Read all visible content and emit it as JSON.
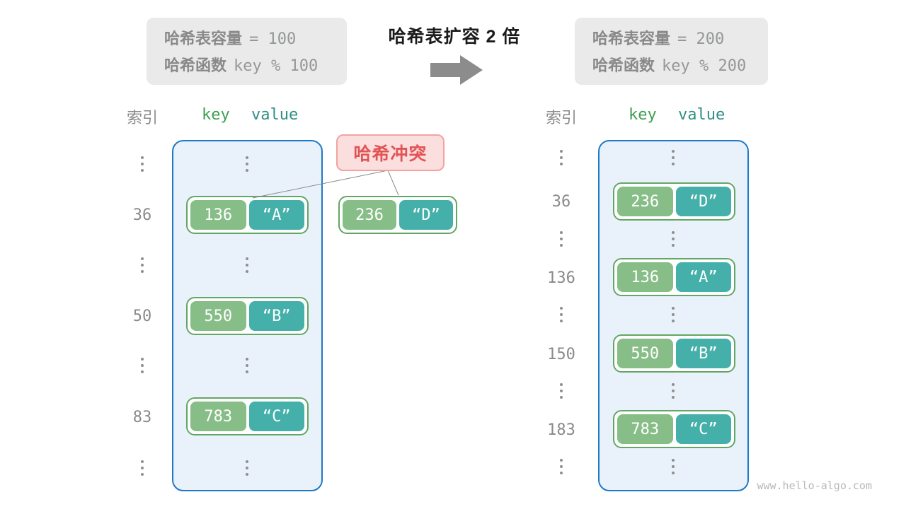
{
  "title": "哈希表扩容 2 倍",
  "caption_left": {
    "line1_label": "哈希表容量",
    "line1_value": "= 100",
    "line2_label": "哈希函数",
    "line2_value": "key % 100"
  },
  "caption_right": {
    "line1_label": "哈希表容量",
    "line1_value": "= 200",
    "line2_label": "哈希函数",
    "line2_value": "key % 200"
  },
  "collision": {
    "label": "哈希冲突",
    "pair": {
      "key": "236",
      "value": "“D”"
    }
  },
  "left_table": {
    "header": {
      "index": "索引",
      "key": "key",
      "value": "value"
    },
    "rows": [
      {
        "index": "36",
        "key": "136",
        "value": "“A”"
      },
      {
        "index": "50",
        "key": "550",
        "value": "“B”"
      },
      {
        "index": "83",
        "key": "783",
        "value": "“C”"
      }
    ]
  },
  "right_table": {
    "header": {
      "index": "索引",
      "key": "key",
      "value": "value"
    },
    "rows": [
      {
        "index": "36",
        "key": "236",
        "value": "“D”"
      },
      {
        "index": "136",
        "key": "136",
        "value": "“A”"
      },
      {
        "index": "150",
        "key": "550",
        "value": "“B”"
      },
      {
        "index": "183",
        "key": "783",
        "value": "“C”"
      }
    ]
  },
  "watermark": "www.hello-algo.com",
  "icons": {
    "arrow": "right-arrow",
    "ellipsis": "vertical-ellipsis"
  },
  "colors": {
    "key_fill": "#87bd87",
    "value_fill": "#44b0a9",
    "pair_border": "#62a763",
    "table_bg": "#e9f2fb",
    "table_border": "#1e79c8",
    "caption_bg": "#eaeaea",
    "collision_bg": "#fbdfdf",
    "collision_border": "#f2a2a2",
    "collision_text": "#e25454",
    "header_key_text": "#3f9e50",
    "header_value_text": "#2e8f86",
    "gray_text": "#8a8a8a"
  }
}
